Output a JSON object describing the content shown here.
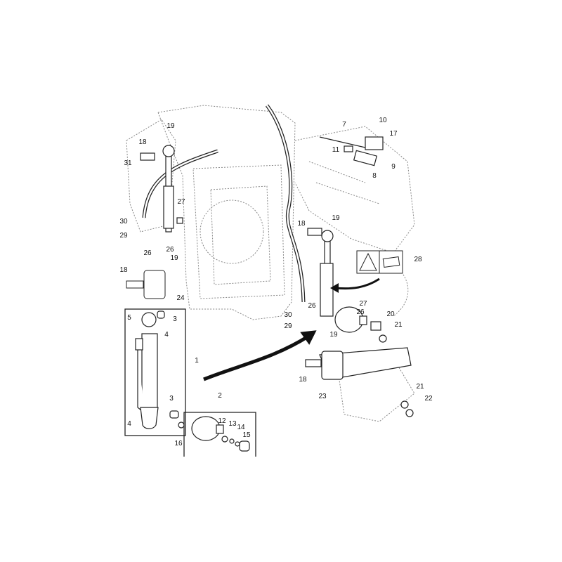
{
  "diagram": {
    "type": "exploded-parts-diagram",
    "callouts": [
      "7",
      "10",
      "17",
      "11",
      "9",
      "8",
      "19",
      "18",
      "31",
      "30",
      "29",
      "26",
      "26",
      "27",
      "19",
      "18",
      "24",
      "1",
      "5",
      "3",
      "4",
      "3",
      "4",
      "16",
      "2",
      "12",
      "13",
      "14",
      "15",
      "18",
      "19",
      "28",
      "26",
      "27",
      "26",
      "30",
      "29",
      "20",
      "21",
      "19",
      "18",
      "23",
      "21",
      "22"
    ],
    "colors": {
      "line": "#222222",
      "dotted": "#888888",
      "arrow": "#111111"
    }
  }
}
